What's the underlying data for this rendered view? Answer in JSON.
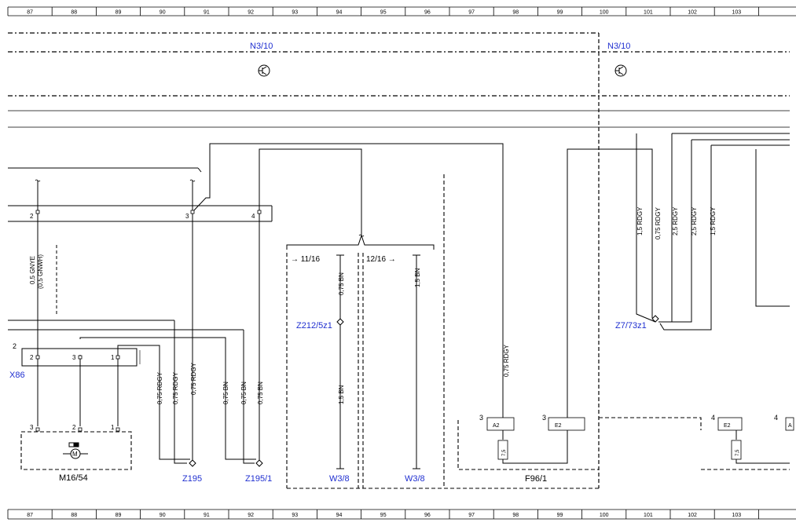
{
  "grid_columns": [
    "87",
    "88",
    "89",
    "90",
    "91",
    "92",
    "93",
    "94",
    "95",
    "96",
    "97",
    "98",
    "99",
    "100",
    "101",
    "102",
    "103"
  ],
  "components": {
    "n3_10_left": "N3/10",
    "n3_10_right": "N3/10",
    "x86": "X86",
    "m16_54": "M16/54",
    "z195": "Z195",
    "z195_1": "Z195/1",
    "w3_8_a": "W3/8",
    "w3_8_b": "W3/8",
    "z212": "Z212/5z1",
    "z7": "Z7/73z1",
    "f96": "F96/1"
  },
  "wire_labels": {
    "gnye": "0,5 GNYE",
    "gnwh": "(0,5 GNWH)",
    "rdgy1": "0,75 RDGY",
    "rdgy2": "0,75 RDGY",
    "rdgy3": "0,75 RDGY",
    "bn1": "0,75 BN",
    "bn2": "0,75 BN",
    "bn3": "0,75 BN",
    "bn4": "0,75 BN",
    "bn5": "1,5 BN",
    "bn6": "1,5 BN",
    "rdgy_f96": "0,75 RDGY",
    "r1": "1,5 RDGY",
    "r2": "0,75 RDGY",
    "r3": "2,5 RDGY",
    "r4": "2,5 RDGY",
    "r5": "1,5 RDGY"
  },
  "refs": {
    "ref_11": "→ 11/16",
    "ref_12": "12/16 →"
  },
  "pins": {
    "p2": "2",
    "p3": "3",
    "p4": "4",
    "x2": "2",
    "x3": "3",
    "x1": "1",
    "x_side": "2",
    "m3": "3",
    "m2": "2",
    "m1": "1",
    "f3a": "3",
    "f3b": "3",
    "f4a": "4",
    "f4b": "4"
  },
  "fuse_terms": {
    "a2a": "A2",
    "e2a": "E2",
    "e2b": "E2",
    "cut": "A"
  },
  "fuses": {
    "fuse1": "7,5",
    "fuse2": "7,5"
  },
  "motor_label": "M"
}
